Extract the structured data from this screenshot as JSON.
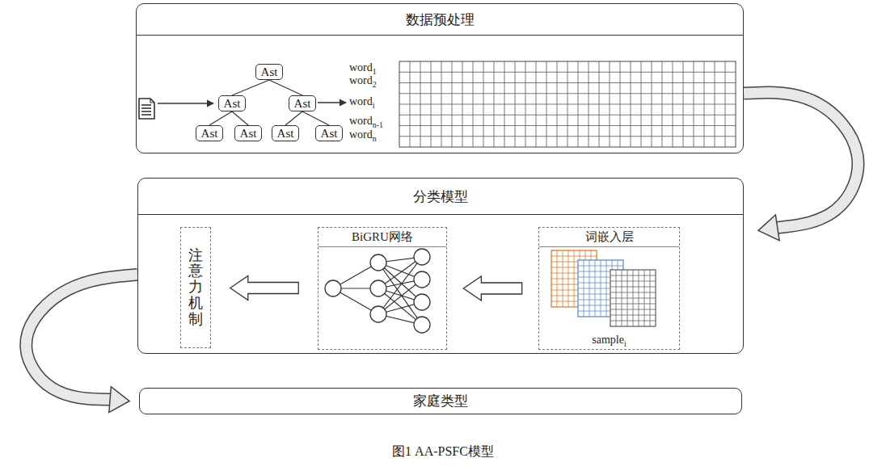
{
  "diagram": {
    "caption": "图1 AA-PSFC模型",
    "nodes": [
      {
        "text": [
          "数据预处理"
        ]
      },
      {
        "text": [
          "Ast"
        ],
        "in": 0
      },
      {
        "text": [
          "Ast"
        ],
        "in": 0
      },
      {
        "text": [
          "Ast"
        ],
        "in": 0
      },
      {
        "text": [
          "Ast"
        ],
        "in": 0
      },
      {
        "text": [
          "Ast"
        ],
        "in": 0
      },
      {
        "text": [
          "Ast"
        ],
        "in": 0
      },
      {
        "text": [
          "Ast"
        ],
        "in": 0
      },
      {
        "text": [
          "分类模型"
        ]
      },
      {
        "text": [
          "注意力机制"
        ],
        "in": 8
      },
      {
        "text": [
          "BiGRU网络"
        ],
        "in": 8
      },
      {
        "text": [
          "词嵌入层",
          "samplei"
        ],
        "in": 8
      },
      {
        "text": [
          "家庭类型"
        ]
      }
    ],
    "edges": [
      {
        "from": 1,
        "to": 2,
        "arrow": "none"
      },
      {
        "from": 1,
        "to": 3,
        "arrow": "none"
      },
      {
        "from": 2,
        "to": 4,
        "arrow": "none"
      },
      {
        "from": 2,
        "to": 5,
        "arrow": "none"
      },
      {
        "from": 3,
        "to": 6,
        "arrow": "none"
      },
      {
        "from": 3,
        "to": 7,
        "arrow": "none"
      },
      {
        "from": 0,
        "to": 8,
        "arrow": "to"
      },
      {
        "from": 11,
        "to": 10,
        "arrow": "to"
      },
      {
        "from": 10,
        "to": 9,
        "arrow": "to"
      },
      {
        "from": 8,
        "to": 12,
        "arrow": "to"
      }
    ],
    "labels": [
      "word1",
      "word2",
      "wordi",
      "wordn-1",
      "wordn"
    ]
  }
}
